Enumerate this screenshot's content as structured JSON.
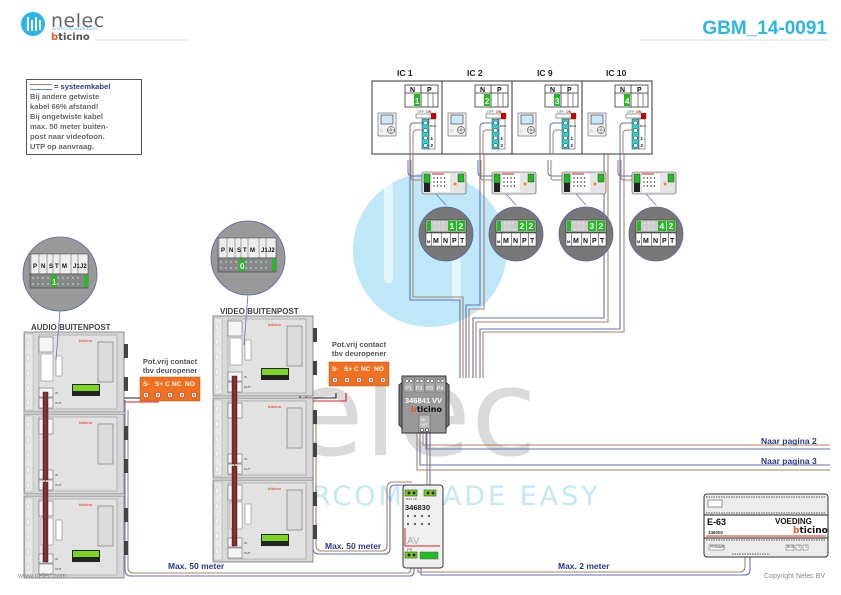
{
  "header": {
    "logo_name": "nelec",
    "logo_tagline": "INTERCOM MADE EASY",
    "logo_brand": "bticino",
    "document_code": "GBM_14-0091"
  },
  "legend_note": {
    "title": "= systeemkabel",
    "lines": [
      "Bij andere getwiste",
      "kabel 66% afstand!",
      "Bij ongetwiste kabel",
      "max. 50 meter buiten-",
      "post naar videofoon.",
      "UTP op aanvraag."
    ]
  },
  "intercoms": [
    {
      "label": "IC 1",
      "n_value": "1",
      "n": "N",
      "p": "P",
      "switch": "OFF ON",
      "terminals": [
        "BUS",
        "BUS",
        "1",
        "2"
      ],
      "zoom_code": [
        "1",
        "2"
      ]
    },
    {
      "label": "IC 2",
      "n_value": "2",
      "n": "N",
      "p": "P",
      "switch": "OFF ON",
      "terminals": [
        "BUS",
        "BUS",
        "1",
        "2"
      ],
      "zoom_code": [
        "2",
        "2"
      ]
    },
    {
      "label": "IC 9",
      "n_value": "3",
      "n": "N",
      "p": "P",
      "switch": "OFF ON",
      "terminals": [
        "BUS",
        "BUS",
        "1",
        "2"
      ],
      "zoom_code": [
        "3",
        "2"
      ]
    },
    {
      "label": "IC 10",
      "n_value": "4",
      "n": "N",
      "p": "P",
      "switch": "OFF ON",
      "terminals": [
        "BUS",
        "BUS",
        "1",
        "2"
      ],
      "zoom_code": [
        "4",
        "2"
      ]
    }
  ],
  "config_labels": [
    "MOD",
    "M",
    "N",
    "P",
    "T"
  ],
  "audio_post": {
    "label": "AUDIO BUITENPOST",
    "dip_labels": [
      "P",
      "N",
      "S",
      "T",
      "M",
      "J1",
      "J2"
    ],
    "config_value": "1"
  },
  "video_post": {
    "label": "VIDEO BUITENPOST",
    "dip_labels": [
      "P",
      "N",
      "S",
      "T",
      "M",
      "J1",
      "J2"
    ],
    "config_value": "0"
  },
  "door_contact": {
    "label_line1": "Pot.vrij contact",
    "label_line2": "tbv deuropener",
    "terminals": [
      "S-",
      "S+",
      "C",
      "NC",
      "NO"
    ]
  },
  "distributor": {
    "model": "346841",
    "suffix": "VV",
    "brand": "bticino",
    "ports": [
      "P1",
      "P2",
      "P3",
      "P4"
    ],
    "in_label": "IN",
    "out_label": "OUT"
  },
  "av_module": {
    "model": "346830",
    "label": "AV",
    "ps_label": "PS",
    "bus_label": "BUS TK"
  },
  "power_supply": {
    "model_name": "E-63",
    "label": "VOEDING",
    "part_no": "346000",
    "brand": "bticino",
    "primary_label": "PRIMAIR",
    "bus_label": "BUS",
    "terminals": [
      "2",
      "1"
    ]
  },
  "cable_labels": {
    "to_page_2": "Naar pagina 2",
    "to_page_3": "Naar pagina 3",
    "max_50_a": "Max. 50 meter",
    "max_50_b": "Max. 50 meter",
    "max_2": "Max. 2 meter"
  },
  "footer": {
    "website": "www.nelec.com",
    "copyright": "Copyright Nelec BV"
  },
  "colors": {
    "accent_blue": "#29b6e8",
    "cable_brown": "#b08060",
    "cable_blue": "#6070c0",
    "label_blue": "#2a3a8c",
    "terminal_green": "#22bb22",
    "terminal_cyan": "#30d0d0",
    "contact_orange": "#f07020",
    "device_grey": "#d8d8d8",
    "bticino_orange": "#e8582a"
  }
}
